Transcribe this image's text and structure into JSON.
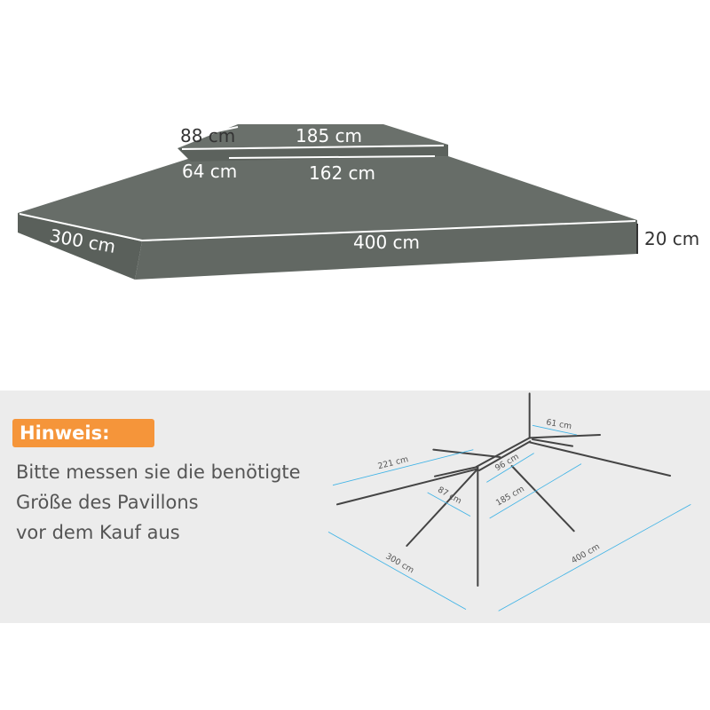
{
  "canopy": {
    "color": "#5f6560",
    "labels": {
      "top_width": "88 cm",
      "top_length": "185 cm",
      "upper_width": "64 cm",
      "upper_length": "162 cm",
      "width": "300 cm",
      "length": "400 cm",
      "height": "20 cm"
    }
  },
  "note": {
    "badge": "Hinweis:",
    "badge_color": "#f5953a",
    "lines": [
      "Bitte messen sie die benötigte",
      "Größe des Pavillons",
      "vor dem Kauf aus"
    ]
  },
  "frame": {
    "dimension_color": "#3fb3e6",
    "labels": {
      "a": "61 cm",
      "b": "221 cm",
      "c": "96 cm",
      "d": "87 cm",
      "e": "185 cm",
      "f": "300 cm",
      "g": "400 cm"
    }
  }
}
